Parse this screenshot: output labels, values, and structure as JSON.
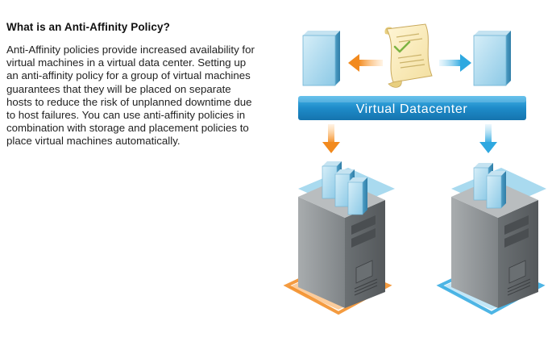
{
  "article": {
    "heading": "What is an Anti-Affinity Policy?",
    "body": "Anti-Affinity policies provide increased availability for virtual machines in a virtual data center. Setting up an anti-affinity policy for a group of virtual machines guarantees that they will be placed on separate hosts to reduce the risk of unplanned downtime due to host failures. You can use anti-affinity policies in combination with storage and placement policies to place virtual machines automatically."
  },
  "diagram": {
    "datacenter_label": "Virtual Datacenter",
    "icons": [
      "vm-box-icon",
      "policy-scroll-icon",
      "server-host-icon",
      "arrow-icon"
    ],
    "colors": {
      "accent_orange": "#F28A1E",
      "accent_blue": "#2EA8E0",
      "datacenter_bar": "#1E8BC9",
      "vm_face": "#9ED3EA",
      "server_body": "#8E9396"
    }
  }
}
